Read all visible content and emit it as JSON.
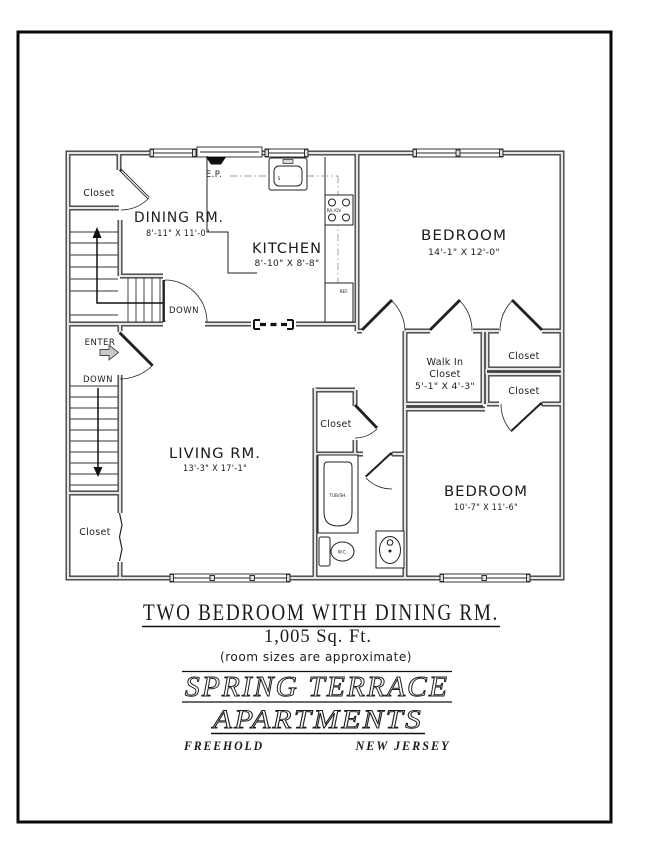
{
  "plan": {
    "dining": {
      "name": "DINING RM.",
      "dims": "8'-11\" X 11'-0\""
    },
    "kitchen": {
      "name": "KITCHEN",
      "dims": "8'-10\" X 8'-8\""
    },
    "bedroom1": {
      "name": "BEDROOM",
      "dims": "14'-1\" X 12'-0\""
    },
    "living": {
      "name": "LIVING RM.",
      "dims": "13'-3\" X 17'-1\""
    },
    "bedroom2": {
      "name": "BEDROOM",
      "dims": "10'-7\" X 11'-6\""
    },
    "walkin": {
      "line1": "Walk In",
      "line2": "Closet",
      "dims": "5'-1\" X 4'-3\""
    },
    "closets": {
      "top_left": "Closet",
      "bottom_left": "Closet",
      "bath": "Closet",
      "right_upper": "Closet",
      "right_lower": "Closet"
    },
    "stairs": {
      "enter": "ENTER",
      "down_upper": "DOWN",
      "down_lower": "DOWN"
    },
    "fixtures": {
      "electric_panel": "E.P.",
      "sink": "S",
      "range": "RA./OV",
      "refrigerator": "REF.",
      "tub": "TUB/SH.",
      "toilet": "W.C."
    }
  },
  "footer": {
    "plan_title": "TWO  BEDROOM  WITH  DINING  RM.",
    "area": "1,005  Sq.  Ft.",
    "note": "(room sizes are approximate)",
    "property_name_line1": "SPRING  TERRACE",
    "property_name_line2": "APARTMENTS",
    "city": "FREEHOLD",
    "state": "NEW  JERSEY"
  }
}
